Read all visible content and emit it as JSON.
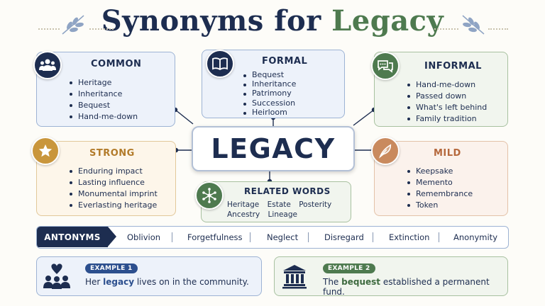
{
  "title": {
    "part1": "Synonyms for",
    "part2": "Legacy"
  },
  "center": {
    "word": "LEGACY"
  },
  "categories": {
    "common": {
      "title": "COMMON",
      "icon": "people-icon",
      "items": [
        "Heritage",
        "Inheritance",
        "Bequest",
        "Hand-me-down"
      ]
    },
    "formal": {
      "title": "FORMAL",
      "icon": "book-icon",
      "items": [
        "Bequest",
        "Inheritance",
        "Patrimony",
        "Succession",
        "Heirloom"
      ]
    },
    "informal": {
      "title": "INFORMAL",
      "icon": "chat-icon",
      "items": [
        "Hand-me-down",
        "Passed down",
        "What's left behind",
        "Family tradition"
      ]
    },
    "strong": {
      "title": "STRONG",
      "icon": "star-icon",
      "items": [
        "Enduring impact",
        "Lasting influence",
        "Monumental imprint",
        "Everlasting heritage"
      ]
    },
    "mild": {
      "title": "MILD",
      "icon": "feather-icon",
      "items": [
        "Keepsake",
        "Memento",
        "Remembrance",
        "Token"
      ]
    }
  },
  "related": {
    "title": "RELATED WORDS",
    "icon": "network-icon",
    "row1": [
      "Heritage",
      "Estate",
      "Posterity"
    ],
    "row2": [
      "Ancestry",
      "Lineage"
    ]
  },
  "antonyms": {
    "label": "ANTONYMS",
    "items": [
      "Oblivion",
      "Forgetfulness",
      "Neglect",
      "Disregard",
      "Extinction",
      "Anonymity"
    ]
  },
  "examples": [
    {
      "pill": "EXAMPLE 1",
      "before": "Her ",
      "word": "legacy",
      "after": " lives on in the community.",
      "icon": "community-icon"
    },
    {
      "pill": "EXAMPLE 2",
      "before": "The ",
      "word": "bequest",
      "after": " established a permanent fund.",
      "icon": "bank-icon"
    }
  ],
  "colors": {
    "navy": "#1d2d50",
    "green": "#4e7a4f",
    "gold": "#c9963c",
    "rose": "#c98a5e"
  }
}
